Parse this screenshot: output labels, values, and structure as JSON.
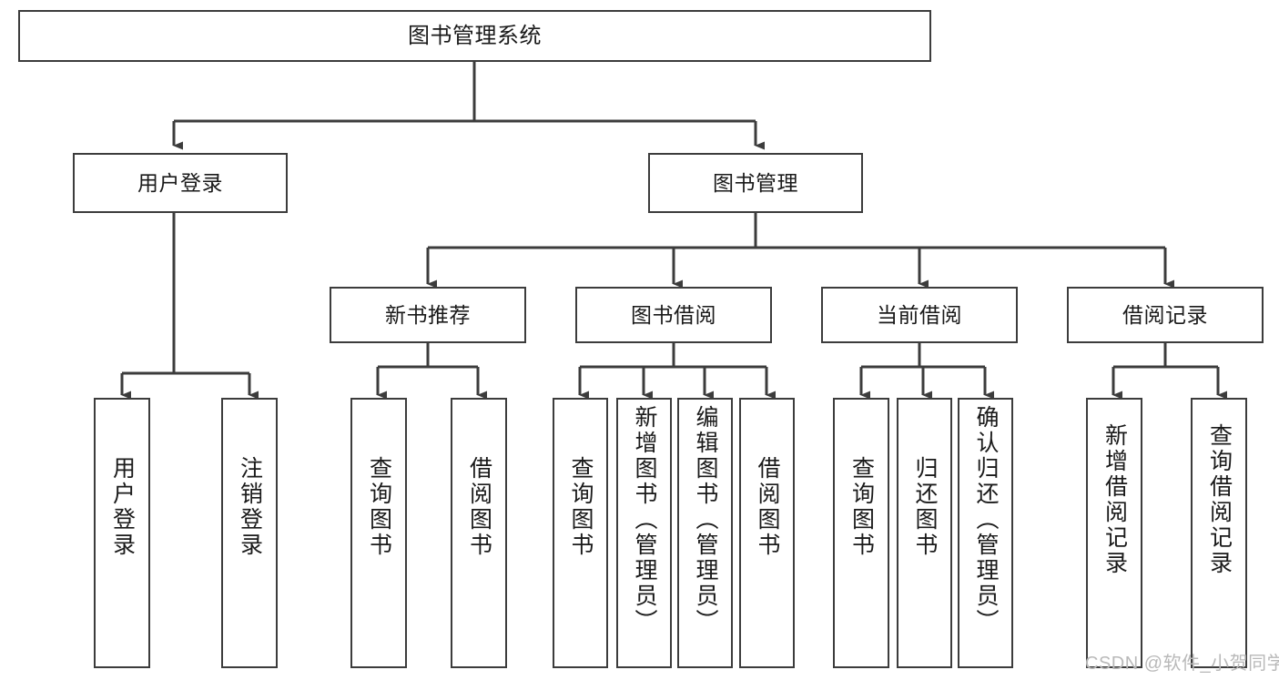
{
  "diagram": {
    "title": "图书管理系统",
    "type": "tree-hierarchy-chart",
    "background_color": "#ffffff",
    "node_border_color": "#3c3c3c",
    "node_fill_color": "#ffffff",
    "text_color": "#1a1a1a",
    "levels": {
      "root": {
        "label": "图书管理系统"
      },
      "level2": [
        {
          "id": "user-login",
          "label": "用户登录"
        },
        {
          "id": "book-management",
          "label": "图书管理"
        }
      ],
      "level3": [
        {
          "id": "new-book-recommend",
          "label": "新书推荐"
        },
        {
          "id": "book-borrow",
          "label": "图书借阅"
        },
        {
          "id": "current-borrow",
          "label": "当前借阅"
        },
        {
          "id": "borrow-record",
          "label": "借阅记录"
        }
      ],
      "leaves": {
        "user_login": [
          {
            "id": "leaf-user-login",
            "label": "用户登录"
          },
          {
            "id": "leaf-logout-login",
            "label": "注销登录"
          }
        ],
        "new_book_recommend": [
          {
            "id": "leaf-query-book-1",
            "label": "查询图书"
          },
          {
            "id": "leaf-borrow-book-1",
            "label": "借阅图书"
          }
        ],
        "book_borrow": [
          {
            "id": "leaf-query-book-2",
            "label": "查询图书"
          },
          {
            "id": "leaf-add-book",
            "label": "新增图书（管理员）"
          },
          {
            "id": "leaf-edit-book",
            "label": "编辑图书（管理员）"
          },
          {
            "id": "leaf-borrow-book-2",
            "label": "借阅图书"
          }
        ],
        "current_borrow": [
          {
            "id": "leaf-query-book-3",
            "label": "查询图书"
          },
          {
            "id": "leaf-return-book",
            "label": "归还图书"
          },
          {
            "id": "leaf-confirm-return",
            "label": "确认归还（管理员）"
          }
        ],
        "borrow_record": [
          {
            "id": "leaf-add-record",
            "label": "新增借阅记录"
          },
          {
            "id": "leaf-query-record",
            "label": "查询借阅记录"
          }
        ]
      }
    },
    "watermark": {
      "text": "CSDN @软件_小贺同学",
      "color": "#b9b9b9"
    }
  }
}
